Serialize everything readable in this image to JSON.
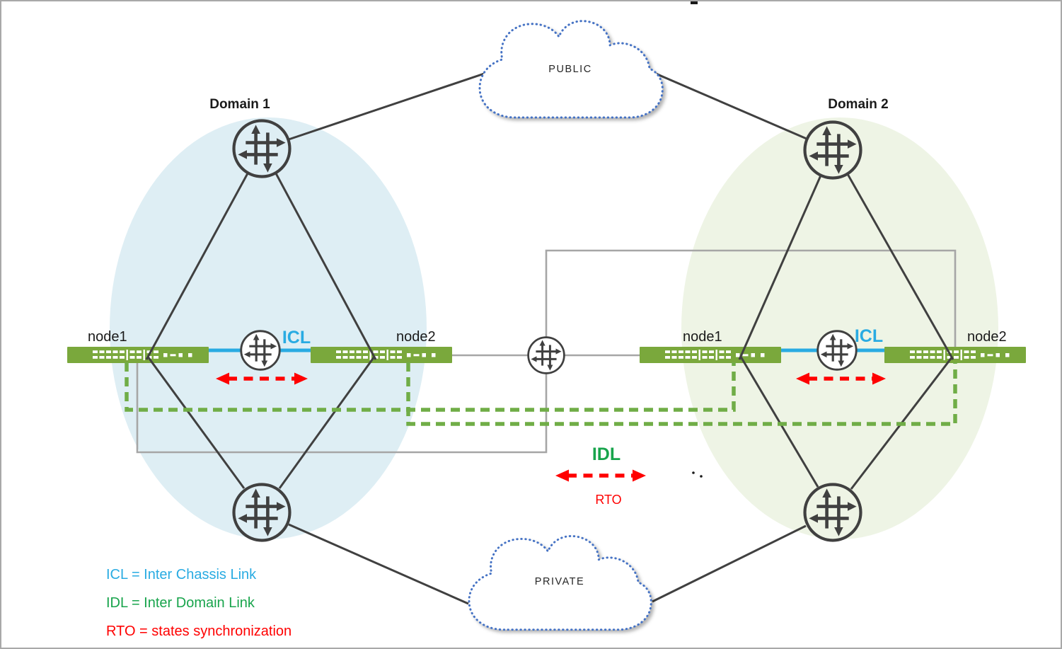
{
  "clouds": {
    "public_label": "PUBLIC",
    "private_label": "PRIVATE"
  },
  "domain1": {
    "title": "Domain 1",
    "node1_label": "node1",
    "node2_label": "node2",
    "icl_label": "ICL"
  },
  "domain2": {
    "title": "Domain 2",
    "node1_label": "node1",
    "node2_label": "node2",
    "icl_label": "ICL"
  },
  "links": {
    "idl_label": "IDL",
    "rto_label": "RTO"
  },
  "legend": {
    "icl": "ICL = Inter Chassis Link",
    "idl": "IDL = Inter Domain Link",
    "rto": "RTO = states synchronization"
  },
  "colors": {
    "icl_blue": "#29ABE2",
    "idl_line_green": "#70AD47",
    "idl_text_green": "#18A44C",
    "rto_red": "#FF0000",
    "switch_green": "#7AA83C",
    "domain1_fill": "#DEEEF4",
    "domain2_fill": "#EEF4E5",
    "cloud_border_blue": "#4472C4",
    "dark_line": "#404040",
    "gray_line": "#A6A6A6"
  }
}
